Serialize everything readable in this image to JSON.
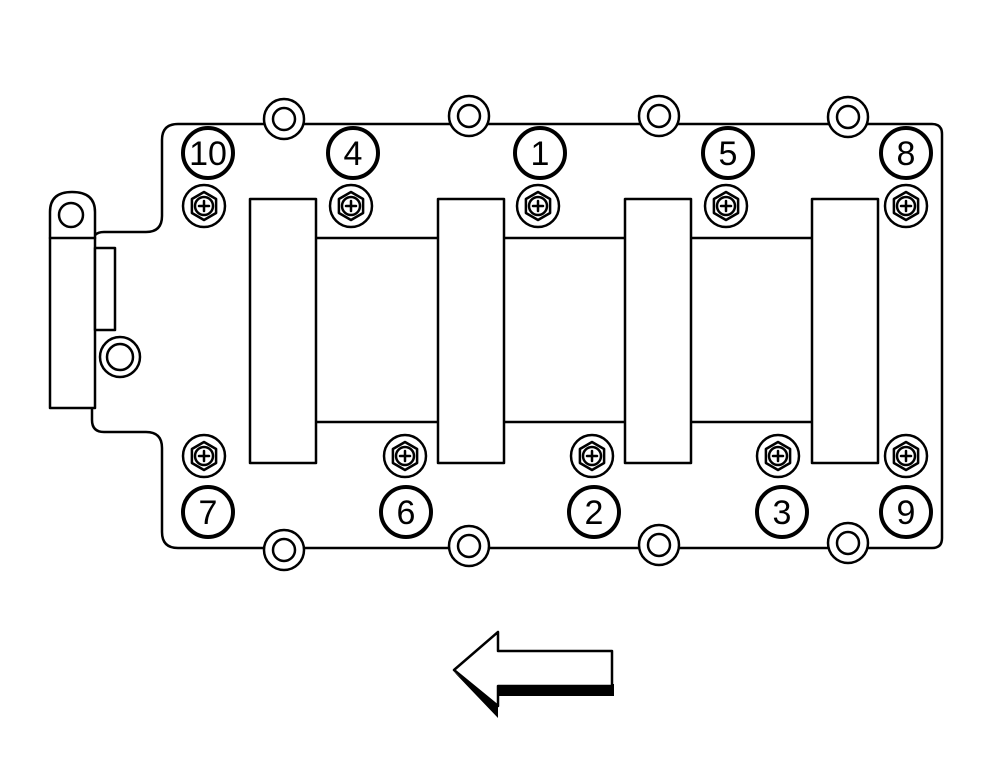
{
  "colors": {
    "line": "#000000",
    "background": "#ffffff"
  },
  "bolts": [
    {
      "label": "10"
    },
    {
      "label": "4"
    },
    {
      "label": "1"
    },
    {
      "label": "5"
    },
    {
      "label": "8"
    },
    {
      "label": "7"
    },
    {
      "label": "6"
    },
    {
      "label": "2"
    },
    {
      "label": "3"
    },
    {
      "label": "9"
    }
  ],
  "direction_arrow": "left-arrow"
}
